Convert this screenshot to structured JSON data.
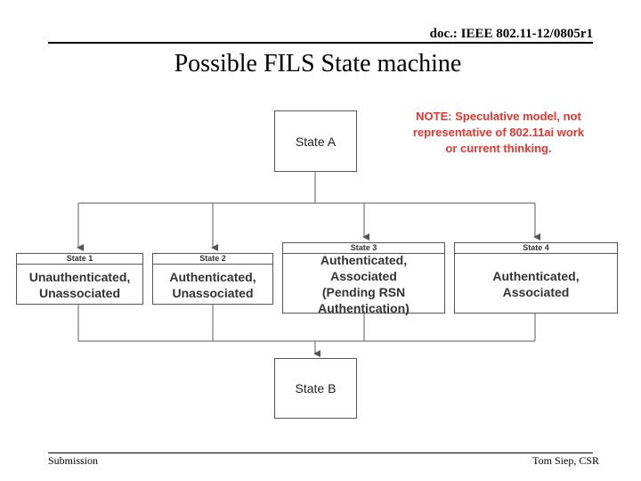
{
  "header": {
    "doc_id": "doc.: IEEE 802.11-12/0805r1"
  },
  "title": "Possible FILS State machine",
  "note": "NOTE: Speculative model, not representative of 802.11ai work or current thinking.",
  "states": {
    "state_a": "State A",
    "state_b": "State B",
    "items": [
      {
        "caption": "State 1",
        "description": "Unauthenticated, Unassociated"
      },
      {
        "caption": "State 2",
        "description": "Authenticated, Unassociated"
      },
      {
        "caption": "State 3",
        "description": "Authenticated, Associated (Pending RSN Authentication)"
      },
      {
        "caption": "State 4",
        "description": "Authenticated, Associated"
      }
    ]
  },
  "footer": {
    "left": "Submission",
    "right": "Tom Siep, CSR"
  },
  "colors": {
    "note": "#e8352e",
    "lines": "#777777"
  }
}
